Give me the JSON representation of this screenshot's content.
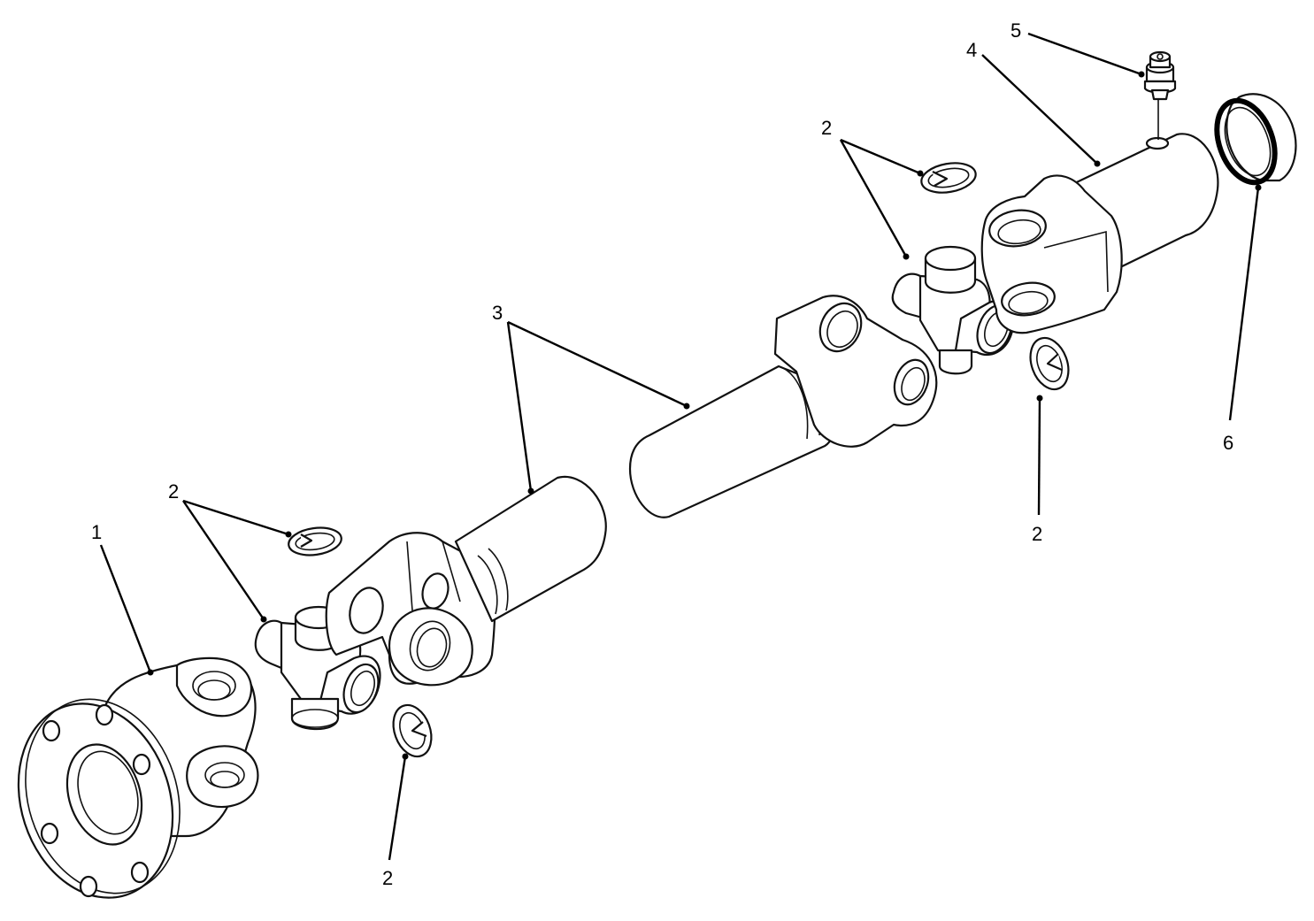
{
  "diagram": {
    "labels": {
      "flange_yoke": "1",
      "snap_ring_a": "2",
      "snap_ring_b": "2",
      "snap_ring_c": "2",
      "snap_ring_d": "2",
      "shaft_tube": "3",
      "slip_yoke": "4",
      "grease_fitting": "5",
      "seal_ring": "6"
    }
  }
}
